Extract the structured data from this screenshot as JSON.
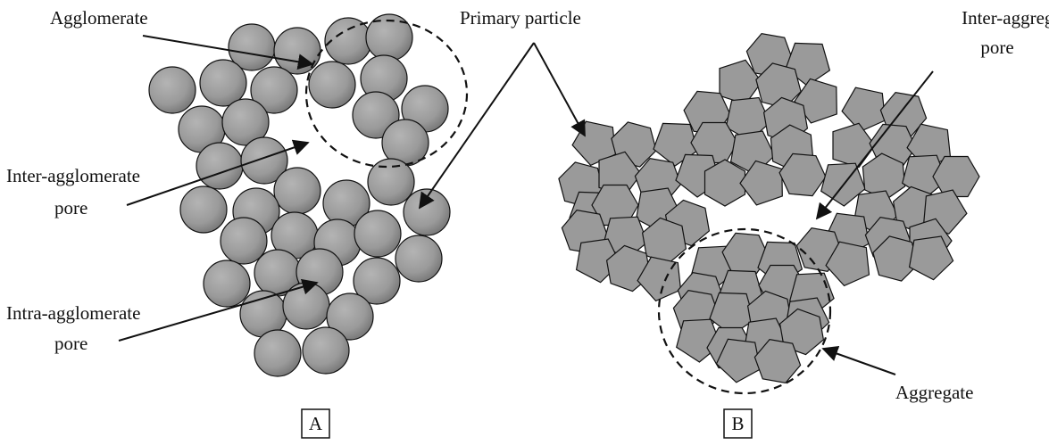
{
  "labels": {
    "agglomerate": "Agglomerate",
    "primary_particle": "Primary particle",
    "inter_agglomerate_line1": "Inter-agglomerate",
    "inter_agglomerate_line2": "pore",
    "intra_agglomerate_line1": "Intra-agglomerate",
    "intra_agglomerate_line2": "pore",
    "inter_aggregate_line1": "Inter-aggregate",
    "inter_aggregate_line2": "pore",
    "aggregate": "Aggregate"
  },
  "panels": {
    "a": "A",
    "b": "B"
  },
  "colors": {
    "particle_fill": "#9a9a9a",
    "particle_stroke": "#111111",
    "line": "#111111"
  }
}
